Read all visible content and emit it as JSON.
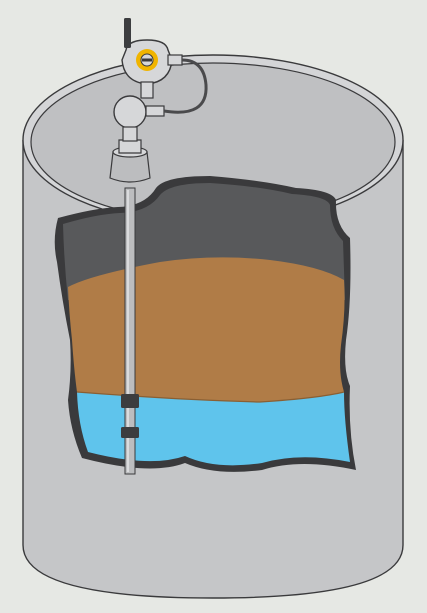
{
  "diagram": {
    "subject": "tank-level-sensor-cutaway",
    "colors": {
      "background": "#e6e8e4",
      "tank_body": "#c5c6c8",
      "tank_rim": "#d4d5d7",
      "tank_inner_wall": "#bfc0c2",
      "outline": "#3a3a3c",
      "vapor_space": "#58595b",
      "upper_liquid": "#b07c47",
      "interface_line": "#8a5f33",
      "lower_liquid": "#5fc4ec",
      "probe_rod": "#bcbdbf",
      "float": "#3c3d3f",
      "transmitter_head": "#d6d7d9",
      "display_ring": "#f0b400",
      "cable": "#4a4a4c"
    },
    "components": [
      {
        "id": "transmitter-housing",
        "icon": "transmitter-icon"
      },
      {
        "id": "cable-gland",
        "icon": "gland-icon"
      },
      {
        "id": "mounting-flange",
        "icon": "flange-icon"
      },
      {
        "id": "probe-rod",
        "icon": "rod-icon"
      },
      {
        "id": "interface-float",
        "icon": "float-icon"
      },
      {
        "id": "level-float",
        "icon": "float-icon"
      }
    ]
  }
}
